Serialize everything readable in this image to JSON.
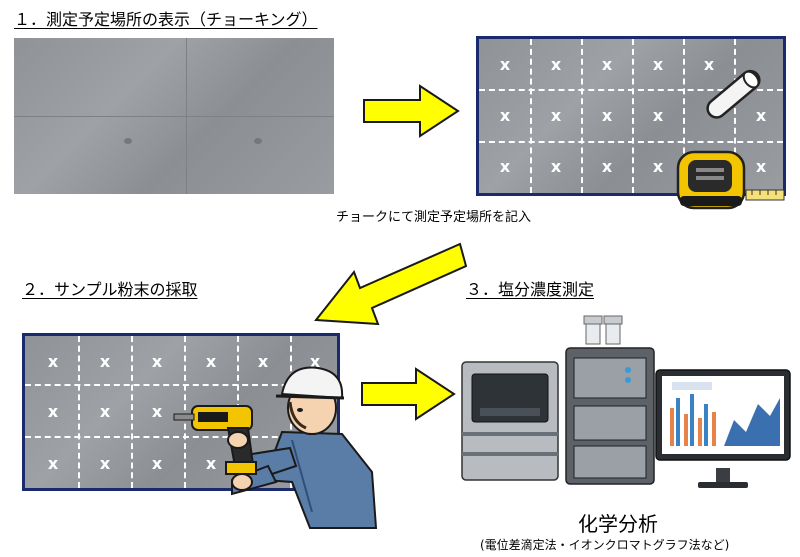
{
  "steps": {
    "step1": "１．測定予定場所の表示（チョーキング）",
    "step2": "２．サンプル粉末の採取",
    "step3": "３．塩分濃度測定"
  },
  "grid_mark": "x",
  "chalk_caption": "チョークにて測定予定場所を記入",
  "analysis": {
    "title": "化学分析",
    "subtitle": "(電位差滴定法・イオンクロマトグラフ法など)"
  },
  "icons": [
    "chalk-icon",
    "tape-measure-icon",
    "worker-with-drill-icon",
    "chromatograph-icon",
    "monitor-chart-icon",
    "arrow-icon"
  ],
  "colors": {
    "arrow_fill": "#ffff00",
    "arrow_stroke": "#1a1a1a",
    "frame": "#1a2a6c",
    "concrete": "#979b9f"
  }
}
